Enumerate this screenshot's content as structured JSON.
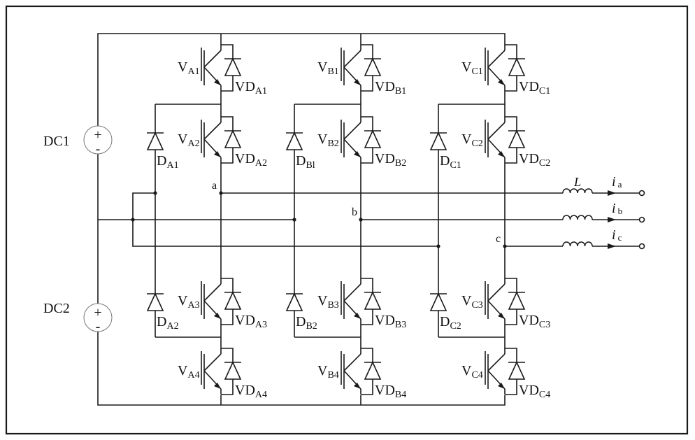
{
  "title": "Three-level diode-clamped (NPC) inverter",
  "sources": [
    {
      "label": "DC1",
      "plus": "+",
      "minus": "-"
    },
    {
      "label": "DC2",
      "plus": "+",
      "minus": "-"
    }
  ],
  "phases": [
    {
      "node": "a",
      "switches": [
        {
          "v": "V",
          "vsub": "A1",
          "vd": "VD",
          "vdsub": "A1"
        },
        {
          "v": "V",
          "vsub": "A2",
          "vd": "VD",
          "vdsub": "A2"
        },
        {
          "v": "V",
          "vsub": "A3",
          "vd": "VD",
          "vdsub": "A3"
        },
        {
          "v": "V",
          "vsub": "A4",
          "vd": "VD",
          "vdsub": "A4"
        }
      ],
      "clamps": [
        {
          "d": "D",
          "dsub": "A1"
        },
        {
          "d": "D",
          "dsub": "A2"
        }
      ]
    },
    {
      "node": "b",
      "switches": [
        {
          "v": "V",
          "vsub": "B1",
          "vd": "VD",
          "vdsub": "B1"
        },
        {
          "v": "V",
          "vsub": "B2",
          "vd": "VD",
          "vdsub": "B2"
        },
        {
          "v": "V",
          "vsub": "B3",
          "vd": "VD",
          "vdsub": "B3"
        },
        {
          "v": "V",
          "vsub": "B4",
          "vd": "VD",
          "vdsub": "B4"
        }
      ],
      "clamps": [
        {
          "d": "D",
          "dsub": "Bl"
        },
        {
          "d": "D",
          "dsub": "B2"
        }
      ]
    },
    {
      "node": "c",
      "switches": [
        {
          "v": "V",
          "vsub": "C1",
          "vd": "VD",
          "vdsub": "C1"
        },
        {
          "v": "V",
          "vsub": "C2",
          "vd": "VD",
          "vdsub": "C2"
        },
        {
          "v": "V",
          "vsub": "C3",
          "vd": "VD",
          "vdsub": "C3"
        },
        {
          "v": "V",
          "vsub": "C4",
          "vd": "VD",
          "vdsub": "C4"
        }
      ],
      "clamps": [
        {
          "d": "D",
          "dsub": "C1"
        },
        {
          "d": "D",
          "dsub": "C2"
        }
      ]
    }
  ],
  "outputs": [
    {
      "i": "i",
      "sub": "a"
    },
    {
      "i": "i",
      "sub": "b"
    },
    {
      "i": "i",
      "sub": "c"
    }
  ],
  "inductor_label": "L"
}
